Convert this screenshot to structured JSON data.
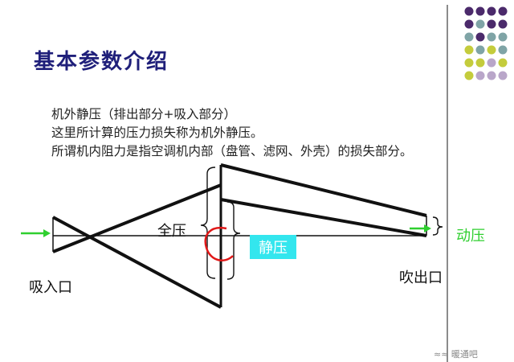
{
  "slide": {
    "title": "基本参数介绍",
    "lines": [
      "机外静压（排出部分+吸入部分）",
      "这里所计算的压力损失称为机外静压。",
      "所谓机内阻力是指空调机内部（盘管、滤网、外壳）的损失部分。"
    ]
  },
  "diagram": {
    "label_total_pressure": "全压",
    "label_static_pressure": "静压",
    "label_dynamic_pressure": "动压",
    "label_inlet": "吸入口",
    "label_outlet": "吹出口"
  },
  "colors": {
    "title": "#1f1f7a",
    "arrow": "#2fcf2f",
    "static_box": "#33e6ee",
    "accent_arc": "#e01818",
    "dot_purple": "#4b2a6b",
    "dot_teal": "#7fa4a6",
    "dot_olive": "#c4cc3c",
    "dot_lavender": "#b9a6c9"
  },
  "footer": {
    "watermark": "≈≈ 暖通吧"
  }
}
